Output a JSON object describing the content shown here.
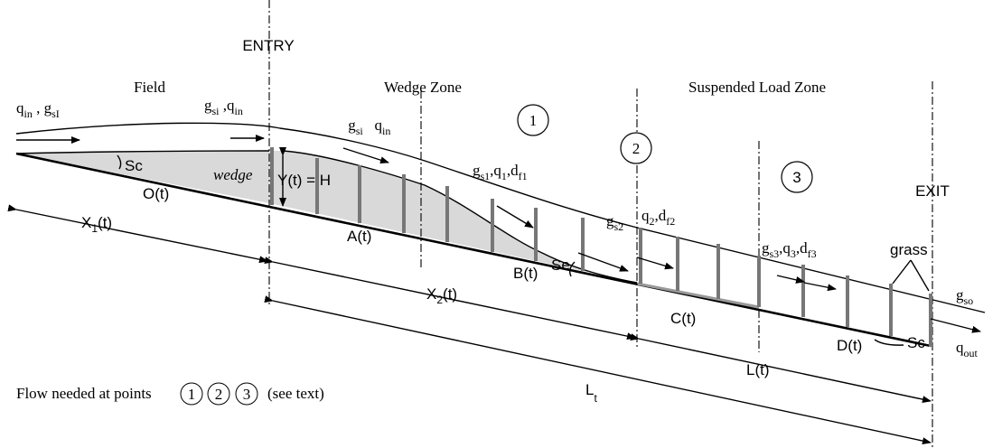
{
  "labels": {
    "entry": "ENTRY",
    "exit": "EXIT",
    "field": "Field",
    "wedge_zone": "Wedge Zone",
    "suspended_zone": "Suspended Load Zone",
    "sc_left": "Sc",
    "sc_right": "Sc",
    "se": "Se",
    "wedge": "wedge",
    "y_eq_h": "Y(t) = H",
    "o_t": "O(t)",
    "a_t": "A(t)",
    "b_t": "B(t)",
    "c_t": "C(t)",
    "d_t": "D(t)",
    "grass": "grass"
  },
  "flow_labels": {
    "q_in_g_sI": {
      "a": "q",
      "a_sub": "in",
      "sep": " , ",
      "b": "g",
      "b_sub": "sI"
    },
    "g_si_q_in_entry": {
      "a": "g",
      "a_sub": "si",
      "sep": " ,",
      "b": "q",
      "b_sub": "in"
    },
    "g_si_q_in_wedge": {
      "a": "g",
      "a_sub": "si",
      "sep": "   ",
      "b": "q",
      "b_sub": "in"
    },
    "g_s1": {
      "a": "g",
      "a_sub": "s1",
      "b": ",q",
      "b_sub": "1",
      "c": ",d",
      "c_sub": "f1"
    },
    "g_s2": {
      "a": "g",
      "a_sub": "s2"
    },
    "q2": {
      "a": "q",
      "a_sub": "2",
      "b": ",d",
      "b_sub": "f2"
    },
    "g_s3": {
      "a": "g",
      "a_sub": "s3",
      "b": ",q",
      "b_sub": "3",
      "c": ",d",
      "c_sub": "f3"
    },
    "g_so": {
      "a": "g",
      "a_sub": "so"
    },
    "q_out": {
      "a": "q",
      "a_sub": "out"
    }
  },
  "dimensions": {
    "x1": {
      "a": "X",
      "a_sub": "1",
      "b": "(t)"
    },
    "x2": {
      "a": "X",
      "a_sub": "2",
      "b": "(t)"
    },
    "lt": {
      "a": "L",
      "a_sub": "t"
    },
    "l_t": "L(t)"
  },
  "points": [
    "1",
    "2",
    "3"
  ],
  "caption": {
    "lead": "Flow needed at points",
    "tail": "(see text)"
  }
}
